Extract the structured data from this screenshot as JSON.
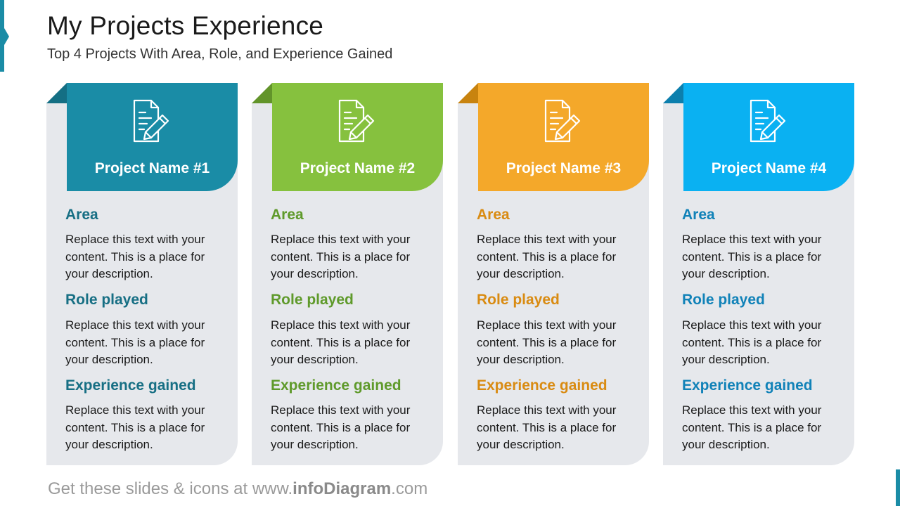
{
  "title": "My Projects Experience",
  "subtitle": "Top 4 Projects With Area, Role, and Experience Gained",
  "cards": [
    {
      "name": "Project Name #1",
      "icon": "document-pencil-icon",
      "header_color": "#1a8ca6",
      "fold_color": "#146f84",
      "title_color": "#176f84",
      "area_title": "Area",
      "area_text": "Replace this text with your content. This is a place for your description.",
      "role_title": "Role played",
      "role_text": "Replace this text with your content. This is a place for your description.",
      "exp_title": "Experience gained",
      "exp_text": "Replace this text with your content. This is a place for your description."
    },
    {
      "name": "Project Name #2",
      "icon": "document-pencil-icon",
      "header_color": "#86c13e",
      "fold_color": "#62942a",
      "title_color": "#5f9a2b",
      "area_title": "Area",
      "area_text": "Replace this text with your content. This is a place for your description.",
      "role_title": "Role played",
      "role_text": "Replace this text with your content. This is a place for your description.",
      "exp_title": "Experience gained",
      "exp_text": "Replace this text with your content. This is a place for your description."
    },
    {
      "name": "Project Name #3",
      "icon": "document-pencil-icon",
      "header_color": "#f4a82a",
      "fold_color": "#c8830f",
      "title_color": "#d98b12",
      "area_title": "Area",
      "area_text": "Replace this text with your content. This is a place for your description.",
      "role_title": "Role played",
      "role_text": "Replace this text with your content. This is a place for your description.",
      "exp_title": "Experience gained",
      "exp_text": "Replace this text with your content. This is a place for your description."
    },
    {
      "name": "Project Name #4",
      "icon": "document-pencil-icon",
      "header_color": "#0ab1f2",
      "fold_color": "#0c7fad",
      "title_color": "#1182b8",
      "area_title": "Area",
      "area_text": "Replace this text with your content. This is a place for your description.",
      "role_title": "Role played",
      "role_text": "Replace this text with your content. This is a place for your description.",
      "exp_title": "Experience gained",
      "exp_text": "Replace this text with your content. This is a place for your description."
    }
  ],
  "footer": {
    "prefix": "Get these slides & icons at www.",
    "brand": "infoDiagram",
    "suffix": ".com"
  }
}
